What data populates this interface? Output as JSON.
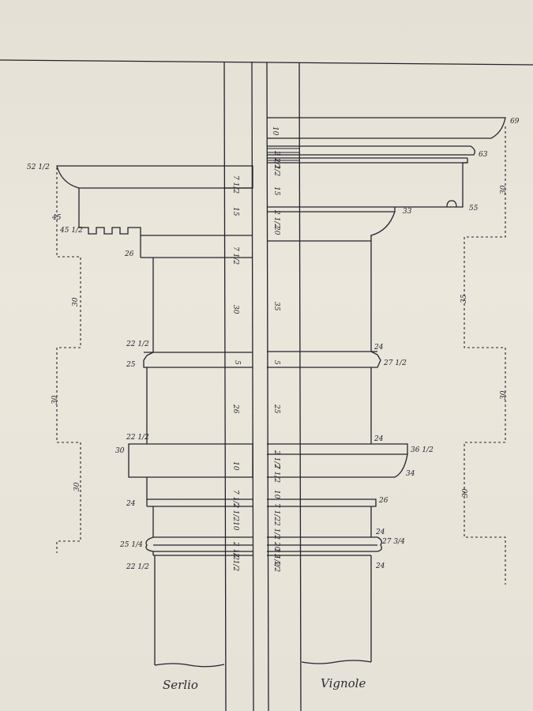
{
  "captions": {
    "left": "Serlio",
    "right": "Vignole"
  },
  "serlio_outer_labels": [
    "52 1/2",
    "45",
    "45 1/2",
    "26",
    "22 1/2",
    "25",
    "22 1/2",
    "30",
    "24",
    "25 1/4",
    "22 1/2"
  ],
  "vignole_outer_labels": [
    "69",
    "63",
    "55",
    "33",
    "24",
    "27 1/2",
    "24",
    "36 1/2",
    "34",
    "26",
    "24",
    "27 3/4",
    "24"
  ],
  "serlio_column_labels": [
    "7 1/2",
    "15",
    "7 1/2",
    "30",
    "5",
    "26",
    "10",
    "7 1/2",
    "2 1/2",
    "10",
    "2 1/2",
    "2 1/2"
  ],
  "vignole_column_labels": [
    "10",
    "2 1/2",
    "2 1/2",
    "15",
    "2 1/2",
    "20",
    "35",
    "5",
    "25",
    "2 1/2",
    "7 1/2",
    "10",
    "7 1/2",
    "2 1/2",
    "20",
    "2 1/2",
    "2 1/2"
  ],
  "profile_labels": {
    "serlio": [
      "30",
      "30",
      "30"
    ],
    "vignole": [
      "30",
      "35",
      "30",
      "30"
    ]
  }
}
